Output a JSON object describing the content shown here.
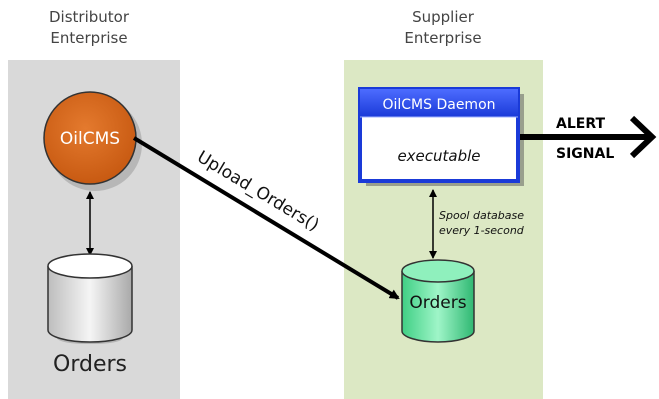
{
  "left_zone": {
    "title_line1": "Distributor",
    "title_line2": "Enterprise",
    "bg_color": "#d9d9d9",
    "node_oilcms": {
      "label": "OilCMS",
      "color": "#d2691e"
    },
    "db": {
      "label": "Orders",
      "color": "#f2f2f2"
    }
  },
  "right_zone": {
    "title_line1": "Supplier",
    "title_line2": "Enterprise",
    "bg_color": "#dce8c4",
    "daemon": {
      "title": "OilCMS Daemon",
      "body": "executable",
      "color": "#1f3fd6"
    },
    "spool_note_line1": "Spool database",
    "spool_note_line2": "every 1-second",
    "db": {
      "label": "Orders",
      "color": "#66e0a0"
    }
  },
  "connector": {
    "label": "Upload_Orders()"
  },
  "alert": {
    "line1": "ALERT",
    "line2": "SIGNAL"
  }
}
